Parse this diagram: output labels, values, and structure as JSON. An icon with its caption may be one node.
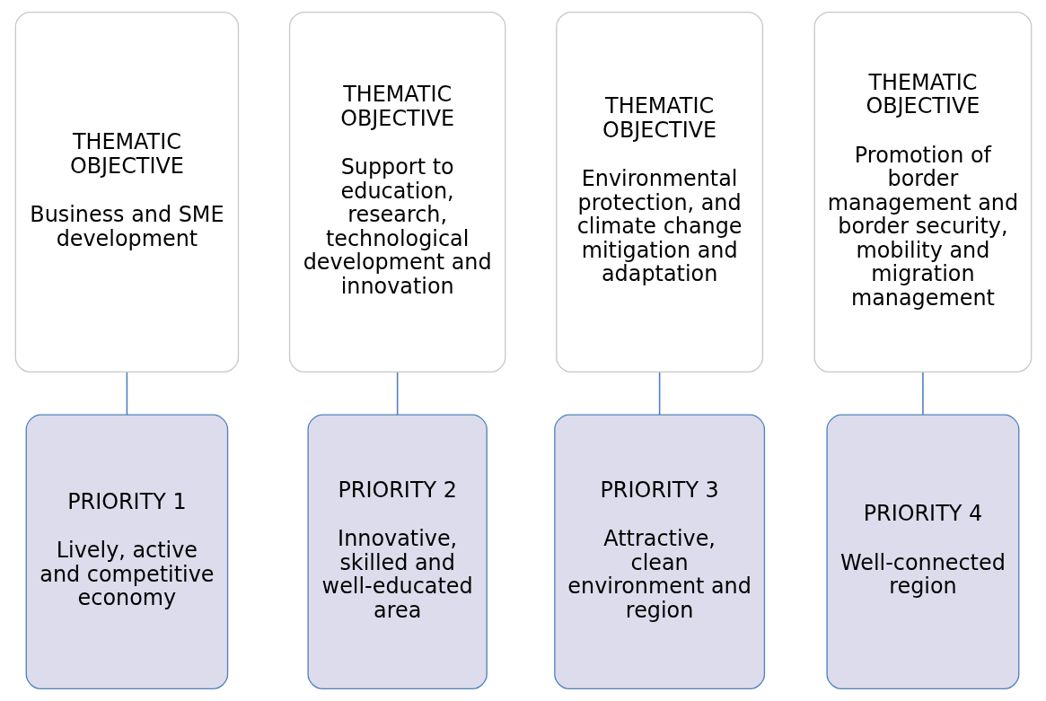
{
  "diagram": {
    "nodes": [
      {
        "text": [
          "THEMATIC OBJECTIVE",
          "Business and SME development"
        ]
      },
      {
        "text": [
          "PRIORITY 1",
          "Lively, active and competitive economy"
        ]
      },
      {
        "text": [
          "THEMATIC OBJECTIVE",
          "Support to education, research, technological development and innovation"
        ]
      },
      {
        "text": [
          "PRIORITY 2",
          "Innovative, skilled and well-educated area"
        ]
      },
      {
        "text": [
          "THEMATIC OBJECTIVE",
          "Environmental protection, and climate change mitigation and adaptation"
        ]
      },
      {
        "text": [
          "PRIORITY 3",
          "Attractive, clean environment and region"
        ]
      },
      {
        "text": [
          "THEMATIC OBJECTIVE",
          "Promotion of border management and border security, mobility and migration management"
        ]
      },
      {
        "text": [
          "PRIORITY 4",
          "Well-connected region"
        ]
      }
    ],
    "edges": [
      {
        "from": 0,
        "to": 1,
        "arrow": "none"
      },
      {
        "from": 2,
        "to": 3,
        "arrow": "none"
      },
      {
        "from": 4,
        "to": 5,
        "arrow": "none"
      },
      {
        "from": 6,
        "to": 7,
        "arrow": "none"
      }
    ]
  }
}
